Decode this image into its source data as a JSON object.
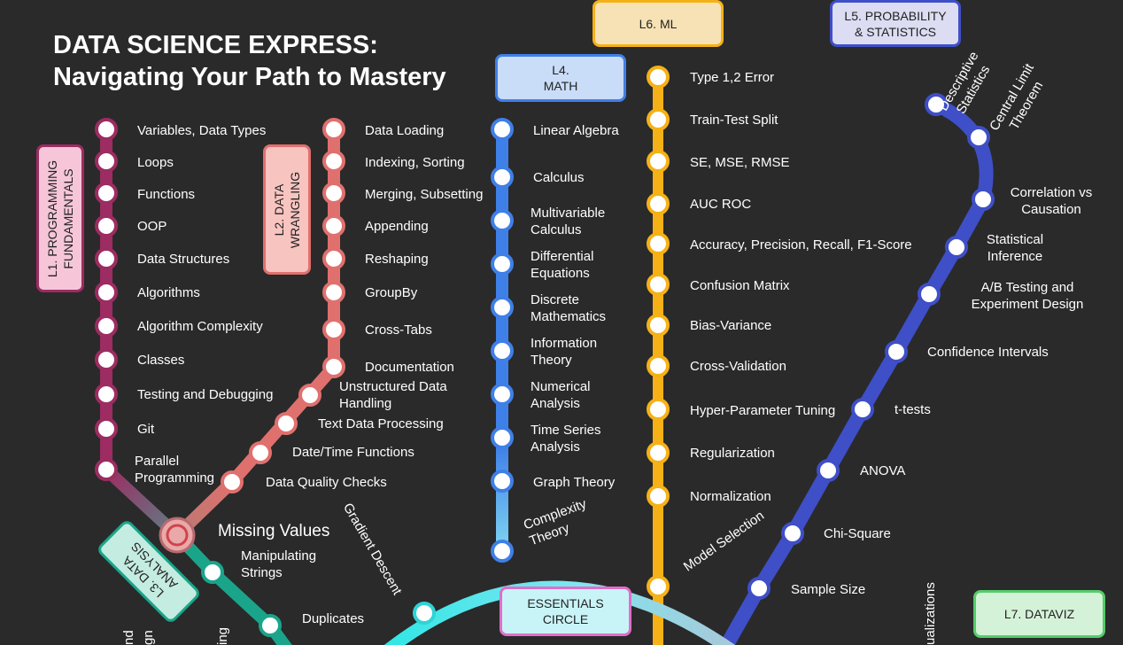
{
  "title": {
    "line1": "DATA SCIENCE EXPRESS:",
    "line2": "Navigating Your Path to Mastery"
  },
  "colors": {
    "background": "#2a2a2a",
    "l1": "#9c2c62",
    "l2": "#e0706e",
    "l3": "#1aa58b",
    "l4": "#3f7fe8",
    "l5": "#3f4fc8",
    "l6": "#f6b116",
    "essentials": "#7fe6f0"
  },
  "line_boxes": {
    "l1": [
      "L1. PROGRAMMING",
      "FUNDAMENTALS"
    ],
    "l2": [
      "L2. DATA",
      "WRANGLING"
    ],
    "l3": [
      "L3. DATA",
      "ANALYSIS"
    ],
    "l4": [
      "L4.",
      "MATH"
    ],
    "l5": [
      "L5. PROBABILITY",
      "& STATISTICS"
    ],
    "l6": [
      "L6. ML"
    ],
    "l7": [
      "L7. DATAVIZ"
    ],
    "essentials": [
      "ESSENTIALS",
      "CIRCLE"
    ]
  },
  "lines": {
    "l1": [
      [
        "Variables, Data Types"
      ],
      [
        "Loops"
      ],
      [
        "Functions"
      ],
      [
        "OOP"
      ],
      [
        "Data Structures"
      ],
      [
        "Algorithms"
      ],
      [
        "Algorithm Complexity"
      ],
      [
        "Classes"
      ],
      [
        "Testing and Debugging"
      ],
      [
        "Git"
      ],
      [
        "Parallel",
        "Programming"
      ]
    ],
    "l2": [
      [
        "Data Loading"
      ],
      [
        "Indexing, Sorting"
      ],
      [
        "Merging, Subsetting"
      ],
      [
        "Appending"
      ],
      [
        "Reshaping"
      ],
      [
        "GroupBy"
      ],
      [
        "Cross-Tabs"
      ],
      [
        "Documentation"
      ],
      [
        "Unstructured Data",
        "Handling"
      ],
      [
        "Text Data Processing"
      ],
      [
        "Date/Time Functions"
      ],
      [
        "Data Quality Checks"
      ]
    ],
    "l3": [
      [
        "Missing Values"
      ],
      [
        "Manipulating",
        "Strings"
      ],
      [
        "Duplicates"
      ]
    ],
    "l4": [
      [
        "Linear Algebra"
      ],
      [
        "Calculus"
      ],
      [
        "Multivariable",
        "Calculus"
      ],
      [
        "Differential",
        "Equations"
      ],
      [
        "Discrete",
        "Mathematics"
      ],
      [
        "Information",
        "Theory"
      ],
      [
        "Numerical",
        "Analysis"
      ],
      [
        "Time Series",
        "Analysis"
      ],
      [
        "Graph Theory"
      ],
      [
        "Complexity",
        "Theory"
      ]
    ],
    "l6": [
      [
        "Type 1,2 Error"
      ],
      [
        "Train-Test Split"
      ],
      [
        "SE, MSE, RMSE"
      ],
      [
        "AUC ROC"
      ],
      [
        "Accuracy, Precision, Recall, F1-Score"
      ],
      [
        "Confusion Matrix"
      ],
      [
        "Bias-Variance"
      ],
      [
        "Cross-Validation"
      ],
      [
        "Hyper-Parameter Tuning"
      ],
      [
        "Regularization"
      ],
      [
        "Normalization"
      ],
      [
        "Model Selection"
      ]
    ],
    "l5": [
      [
        "Descriptive",
        "Statistics"
      ],
      [
        "Central Limit",
        "Theorem"
      ],
      [
        "Correlation vs",
        "Causation"
      ],
      [
        "Statistical",
        "Inference"
      ],
      [
        "A/B Testing and",
        "Experiment Design"
      ],
      [
        "Confidence Intervals"
      ],
      [
        "t-tests"
      ],
      [
        "ANOVA"
      ],
      [
        "Chi-Square"
      ],
      [
        "Sample Size"
      ]
    ],
    "essentials": [
      [
        "Gradient Descent"
      ]
    ]
  },
  "partial_labels": [
    "nd",
    "gn",
    "ing",
    "ualizations"
  ]
}
